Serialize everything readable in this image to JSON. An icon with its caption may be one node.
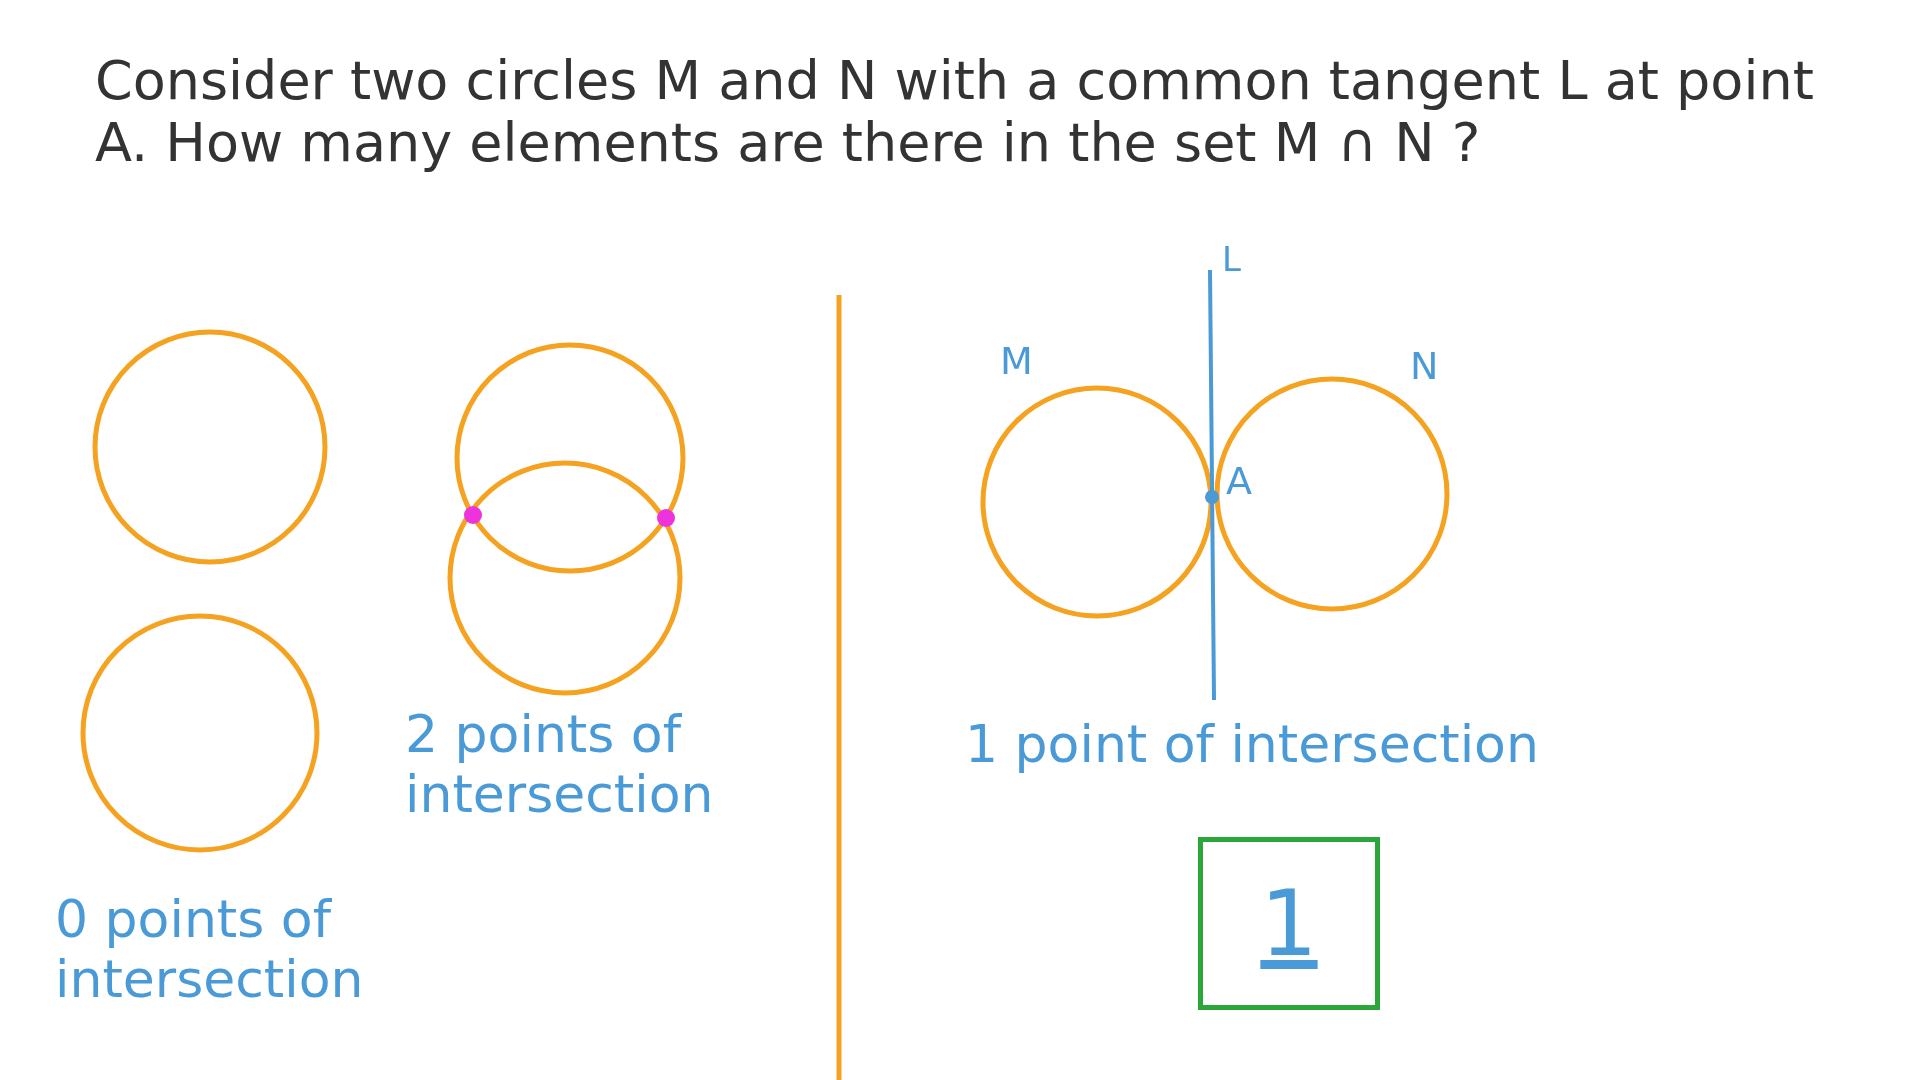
{
  "diagram": {
    "title": "Consider two circles M and N with a common tangent L at point A. How many elements are there in the set M ∩ N ?",
    "nodes": [
      {
        "text": [
          "1"
        ]
      }
    ],
    "labels": [
      "L",
      "M",
      "N",
      "A",
      "2 points of intersection",
      "1 point of intersection",
      "0 points of intersection"
    ]
  }
}
